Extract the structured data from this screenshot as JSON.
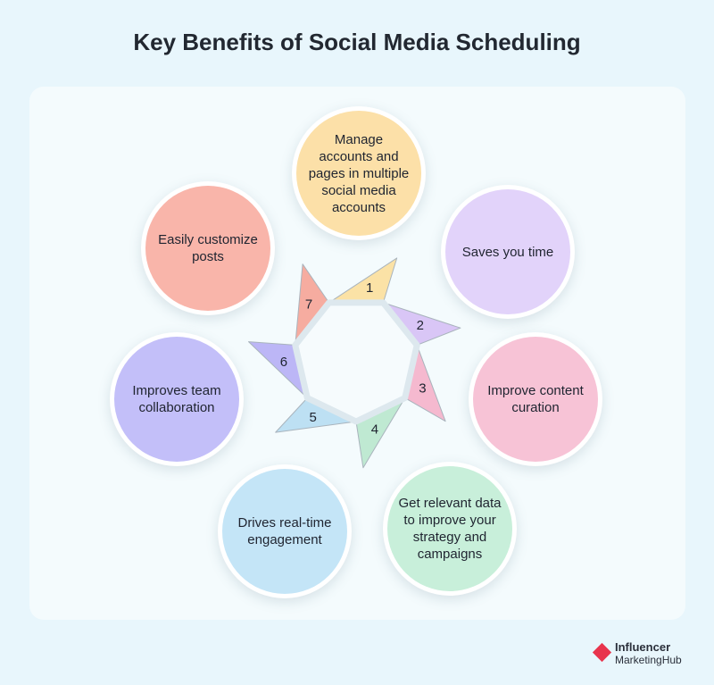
{
  "title": "Key Benefits of Social Media Scheduling",
  "benefits": [
    {
      "number": "1",
      "text": "Manage accounts and pages in multiple social media accounts",
      "color": "#fce0a8",
      "arrow_color": "#fbe2a6"
    },
    {
      "number": "2",
      "text": "Saves you time",
      "color": "#e2d3fa",
      "arrow_color": "#d9c6f6"
    },
    {
      "number": "3",
      "text": "Improve content curation",
      "color": "#f7c3d6",
      "arrow_color": "#f5b9cf"
    },
    {
      "number": "4",
      "text": "Get relevant data to improve your strategy and campaigns",
      "color": "#c8efda",
      "arrow_color": "#bfe9d2"
    },
    {
      "number": "5",
      "text": "Drives real-time engagement",
      "color": "#c4e5f7",
      "arrow_color": "#bde0f3"
    },
    {
      "number": "6",
      "text": "Improves team collaboration",
      "color": "#c3bff9",
      "arrow_color": "#bcb6f6"
    },
    {
      "number": "7",
      "text": "Easily customize posts",
      "color": "#f9b5aa",
      "arrow_color": "#f6aca0"
    }
  ],
  "logo": {
    "line1": "Influencer",
    "line2": "MarketingHub",
    "color": "#e8344d"
  }
}
